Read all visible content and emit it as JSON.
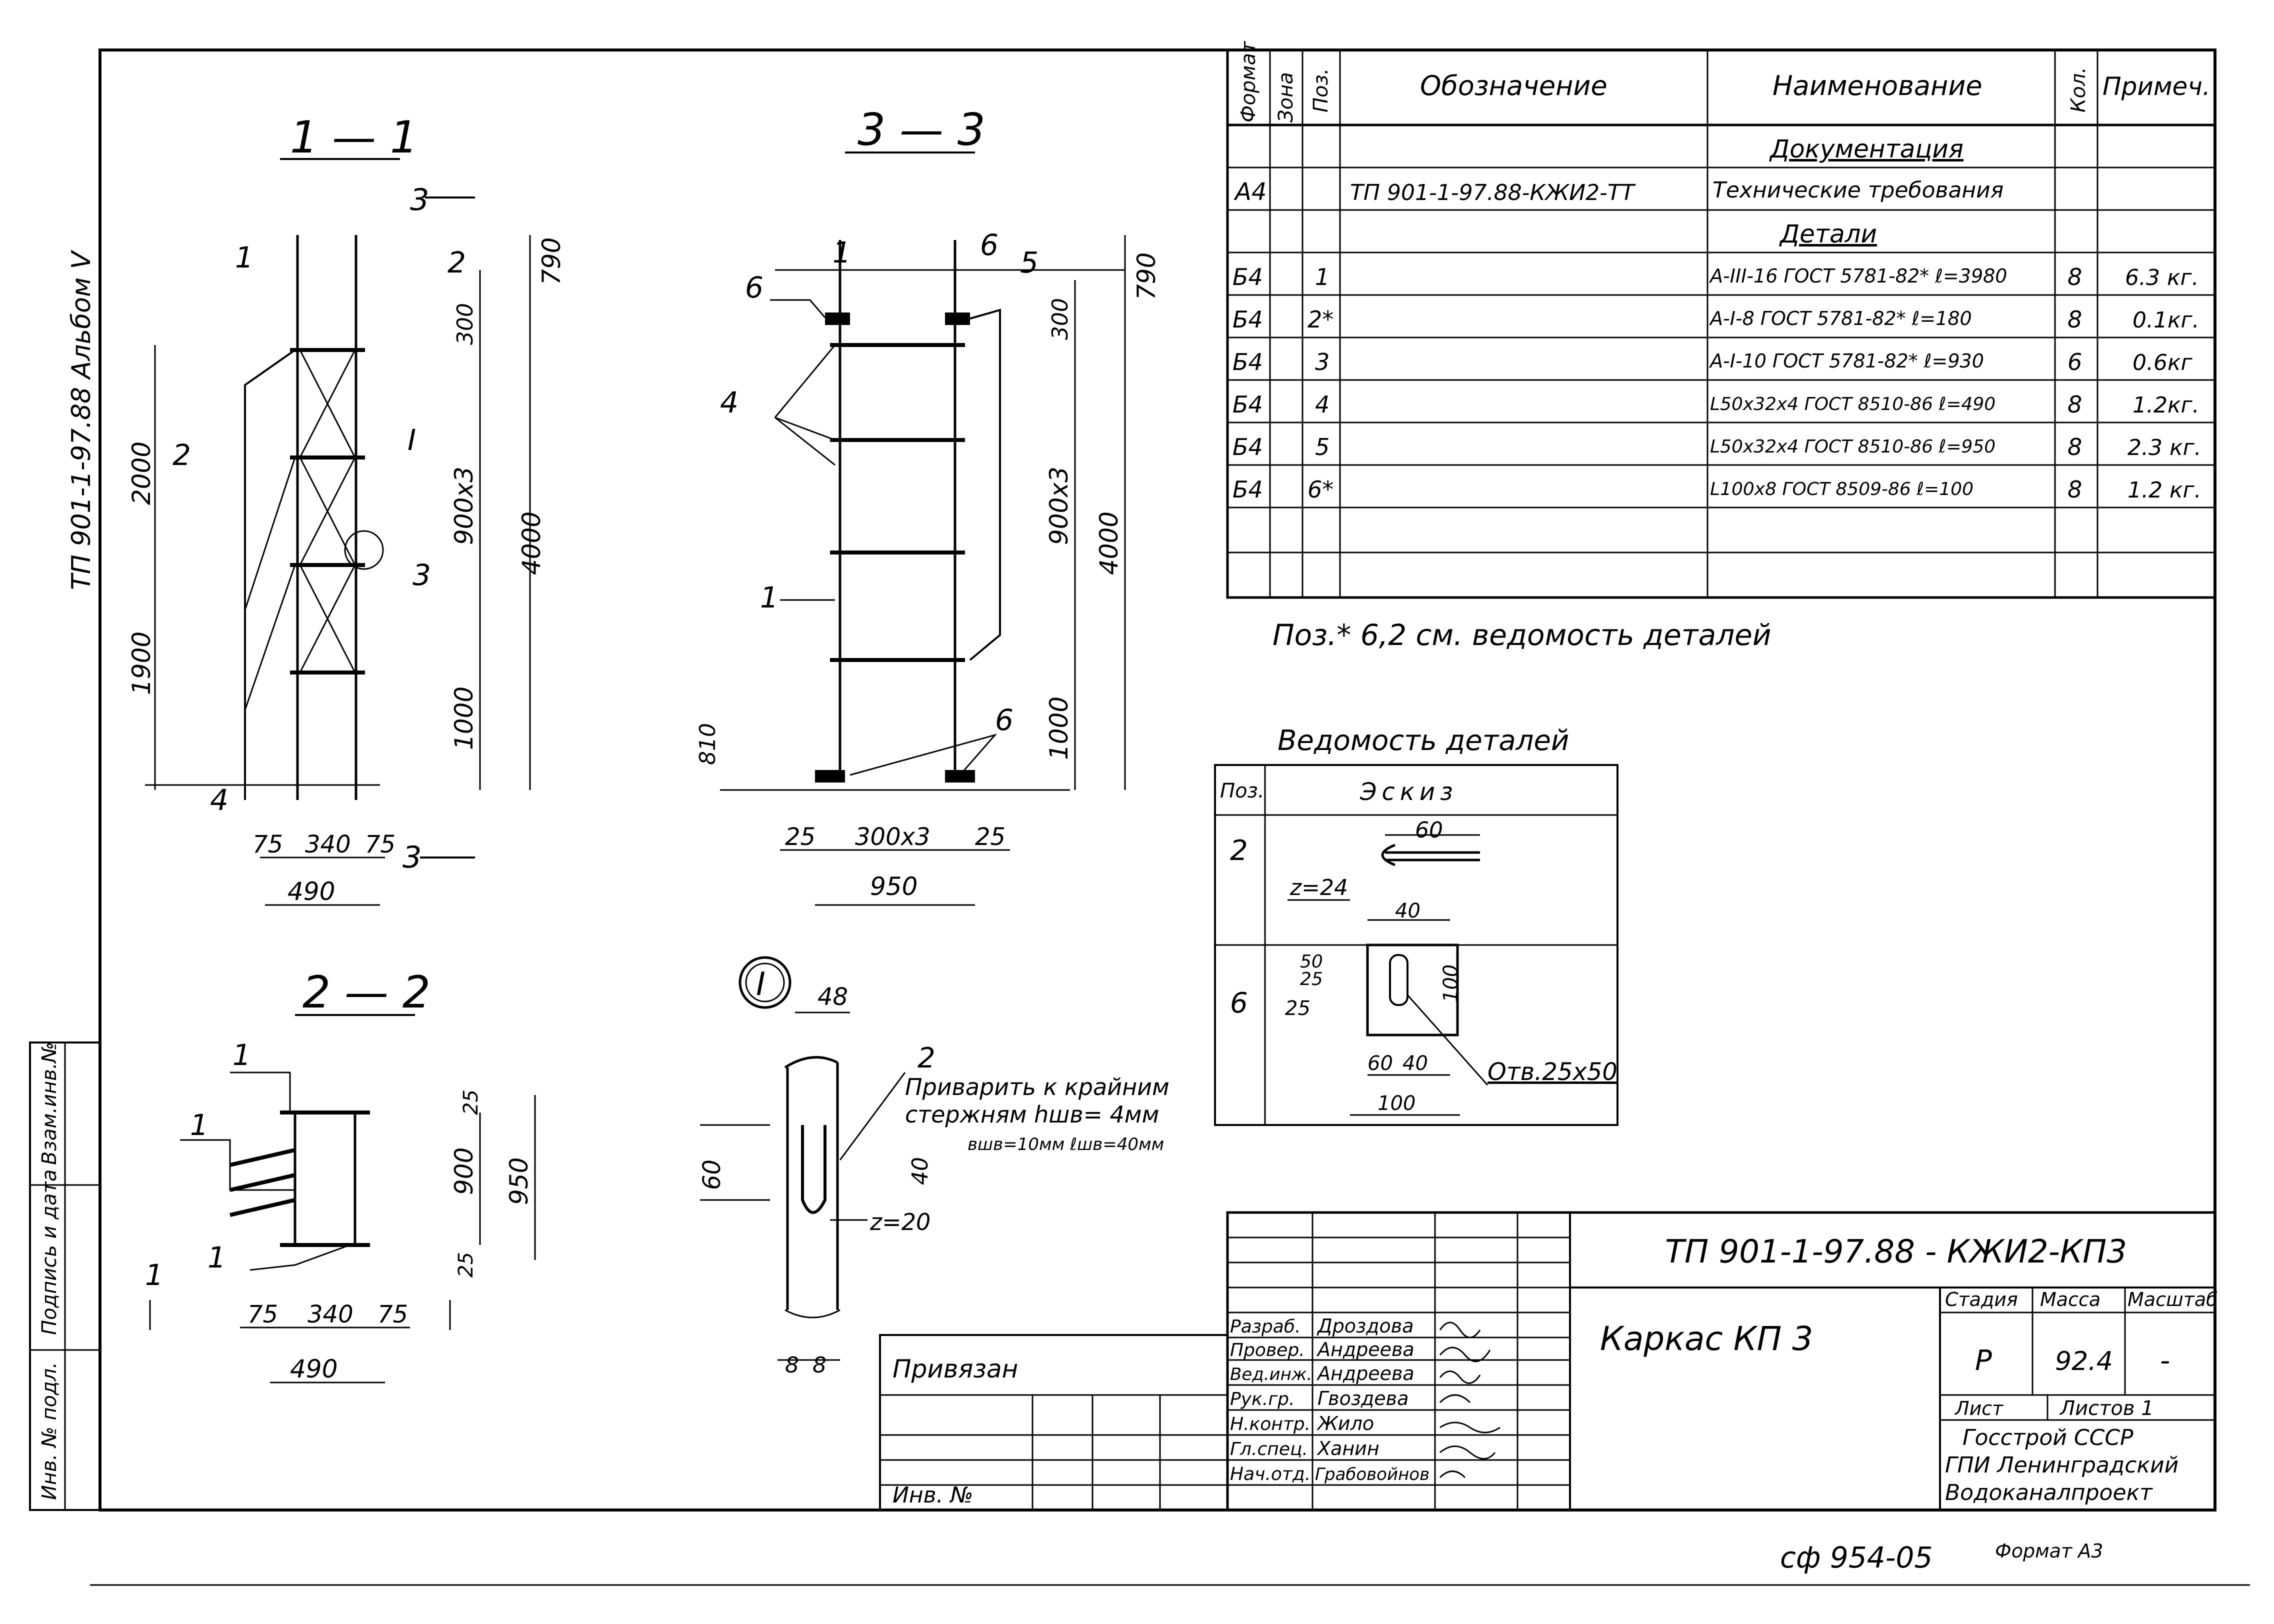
{
  "album_label": "ТП 901-1-97.88  Альбом V",
  "stamp_side": [
    "Инв. № подл.",
    "Подпись и дата",
    "Взам.инв.№"
  ],
  "sections": {
    "s11": {
      "title": "1 — 1",
      "marker": "3",
      "marker_bottom": "3",
      "labels": [
        "1",
        "2",
        "2",
        "I",
        "3",
        "4"
      ],
      "dims": [
        "790",
        "300",
        "2000",
        "900x3",
        "4000",
        "1900",
        "1000",
        "75",
        "340",
        "75",
        "490"
      ]
    },
    "s33": {
      "title": "3 — 3",
      "labels": [
        "1",
        "6",
        "6",
        "5",
        "4",
        "1",
        "6"
      ],
      "dims": [
        "790",
        "300",
        "900x3",
        "4000",
        "1000",
        "810",
        "25",
        "300x3",
        "25",
        "950"
      ]
    },
    "s22": {
      "title": "2 — 2",
      "labels": [
        "1",
        "1",
        "1",
        "1"
      ],
      "dims": [
        "25",
        "900",
        "950",
        "25",
        "75",
        "340",
        "75",
        "490"
      ]
    },
    "nodeI": {
      "title": "I",
      "dims": [
        "48",
        "60",
        "40",
        "z=20",
        "8",
        "8"
      ],
      "label": "2",
      "note": [
        "Приварить к крайним",
        "стержням hшв= 4мм",
        "вшв=10мм  ℓшв=40мм"
      ]
    }
  },
  "spec_table": {
    "headers": [
      "Формат",
      "Зона",
      "Поз.",
      "Обозначение",
      "Наименование",
      "Кол.",
      "Примеч."
    ],
    "rows": [
      [
        "",
        "",
        "",
        "",
        "Документация",
        "",
        ""
      ],
      [
        "А4",
        "",
        "",
        "ТП 901-1-97.88-КЖИ2-ТТ",
        "Технические требования",
        "",
        ""
      ],
      [
        "",
        "",
        "",
        "",
        "Детали",
        "",
        ""
      ],
      [
        "Б4",
        "",
        "1",
        "",
        "А-III-16 ГОСТ 5781-82* ℓ=3980",
        "8",
        "6.3 кг."
      ],
      [
        "Б4",
        "",
        "2*",
        "",
        "А-I-8 ГОСТ 5781-82* ℓ=180",
        "8",
        "0.1кг."
      ],
      [
        "Б4",
        "",
        "3",
        "",
        "А-I-10 ГОСТ 5781-82* ℓ=930",
        "6",
        "0.6кг"
      ],
      [
        "Б4",
        "",
        "4",
        "",
        "L50x32x4 ГОСТ 8510-86 ℓ=490",
        "8",
        "1.2кг."
      ],
      [
        "Б4",
        "",
        "5",
        "",
        "L50x32x4 ГОСТ 8510-86 ℓ=950",
        "8",
        "2.3 кг."
      ],
      [
        "Б4",
        "",
        "6*",
        "",
        "L100x8 ГОСТ 8509-86 ℓ=100",
        "8",
        "1.2 кг."
      ]
    ],
    "note": "Поз.* 6,2 см. ведомость деталей"
  },
  "details": {
    "title": "Ведомость деталей",
    "headers": [
      "Поз.",
      "Эскиз"
    ],
    "rows": [
      {
        "pos": "2",
        "dims": [
          "60",
          "z=24"
        ]
      },
      {
        "pos": "6",
        "dims": [
          "40",
          "50",
          "25",
          "25",
          "100",
          "60",
          "40",
          "100"
        ],
        "hole": "Отв.25x50"
      }
    ]
  },
  "title_block": {
    "code": "ТП 901-1-97.88 - КЖИ2-КП3",
    "name": "Каркас КП 3",
    "headers": [
      "Стадия",
      "Масса",
      "Масштаб"
    ],
    "stage": "Р",
    "mass": "92.4",
    "scale": "-",
    "sheet_label": "Лист",
    "sheets_label": "Листов 1",
    "org": [
      "Госстрой СССР",
      "ГПИ Ленинградский",
      "Водоканалпроект"
    ],
    "staff": [
      [
        "Разраб.",
        "Дроздова"
      ],
      [
        "Провер.",
        "Андреева"
      ],
      [
        "Вед.инж.",
        "Андреева"
      ],
      [
        "Рук.гр.",
        "Гвоздева"
      ],
      [
        "Н.контр.",
        "Жило"
      ],
      [
        "Гл.спец.",
        "Ханин"
      ],
      [
        "Нач.отд.",
        "Грабовойнов"
      ]
    ],
    "bound_label": "Привязан",
    "inv_label": "Инв. №"
  },
  "footer": {
    "sheet_no": "сф 954-05",
    "format": "Формат А3"
  }
}
